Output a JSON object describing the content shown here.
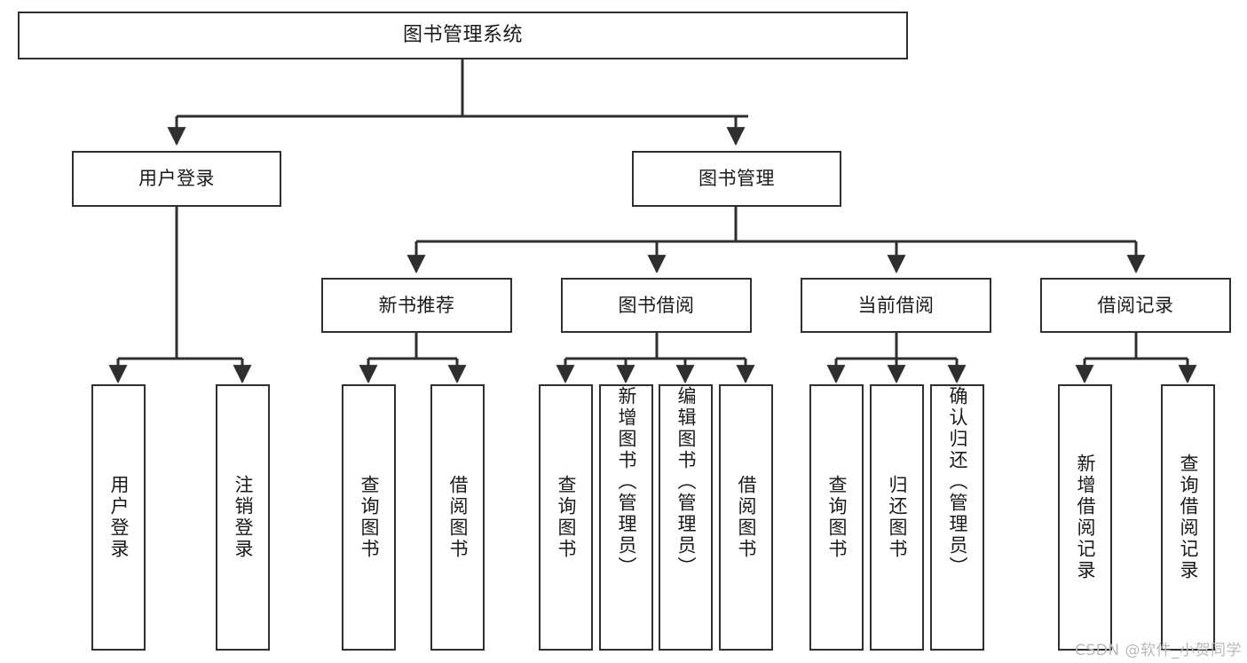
{
  "diagram": {
    "title": "图书管理系统",
    "type": "tree",
    "watermark": "CSDN @软件_小贺同学",
    "colors": {
      "border": "#2f2f2f",
      "background": "#ffffff",
      "text": "#1a1a1a",
      "watermark": "#b9b9b9"
    },
    "levels": {
      "root": {
        "label": "图书管理系统"
      },
      "level1": [
        {
          "label": "用户登录"
        },
        {
          "label": "图书管理"
        }
      ],
      "level2": [
        {
          "label": "新书推荐"
        },
        {
          "label": "图书借阅"
        },
        {
          "label": "当前借阅"
        },
        {
          "label": "借阅记录"
        }
      ],
      "leaves": {
        "user_login": [
          {
            "label": "用户登录"
          },
          {
            "label": "注销登录"
          }
        ],
        "new_book_recommend": [
          {
            "label": "查询图书"
          },
          {
            "label": "借阅图书"
          }
        ],
        "book_borrow": [
          {
            "label": "查询图书"
          },
          {
            "label": "新增图书（管理员）"
          },
          {
            "label": "编辑图书（管理员）"
          },
          {
            "label": "借阅图书"
          }
        ],
        "current_borrow": [
          {
            "label": "查询图书"
          },
          {
            "label": "归还图书"
          },
          {
            "label": "确认归还（管理员）"
          }
        ],
        "borrow_record": [
          {
            "label": "新增借阅记录"
          },
          {
            "label": "查询借阅记录"
          }
        ]
      }
    }
  }
}
